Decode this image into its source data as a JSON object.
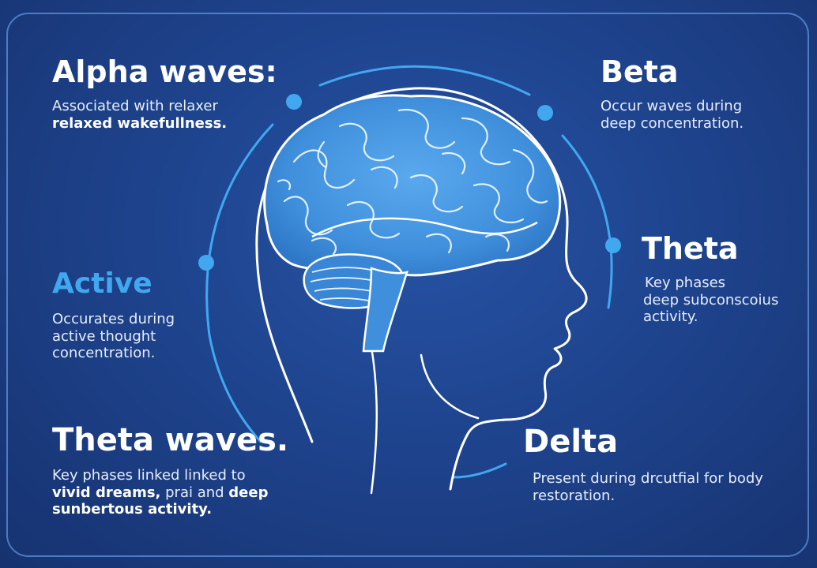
{
  "colors": {
    "background": "#1c3d80",
    "accent": "#41a8f0",
    "brain_fill": "#3f8fdc",
    "outline": "#ffffff"
  },
  "blocks": {
    "alpha": {
      "title": "Alpha waves:",
      "line1": "Associated with relaxer",
      "line2": "relaxed wakefullness."
    },
    "beta": {
      "title": "Beta",
      "line1": "Occur waves during",
      "line2": "deep concentration."
    },
    "active": {
      "title": "Active",
      "line1": "Occurates during",
      "line2": "active thought",
      "line3": "concentration."
    },
    "theta_right": {
      "title": "Theta",
      "line1": "Key phases",
      "line2": "deep subconscoius",
      "line3": "activity."
    },
    "theta_waves": {
      "title": "Theta waves.",
      "line1": "Key phases linked linked to",
      "line2_bold_a": "vivid dreams,",
      "line2_mid": " prai and ",
      "line2_bold_b": "deep",
      "line3": "sunbertous activity."
    },
    "delta": {
      "title": "Delta",
      "line1": "Present during drcutfial for body",
      "line2": "restoration."
    }
  }
}
